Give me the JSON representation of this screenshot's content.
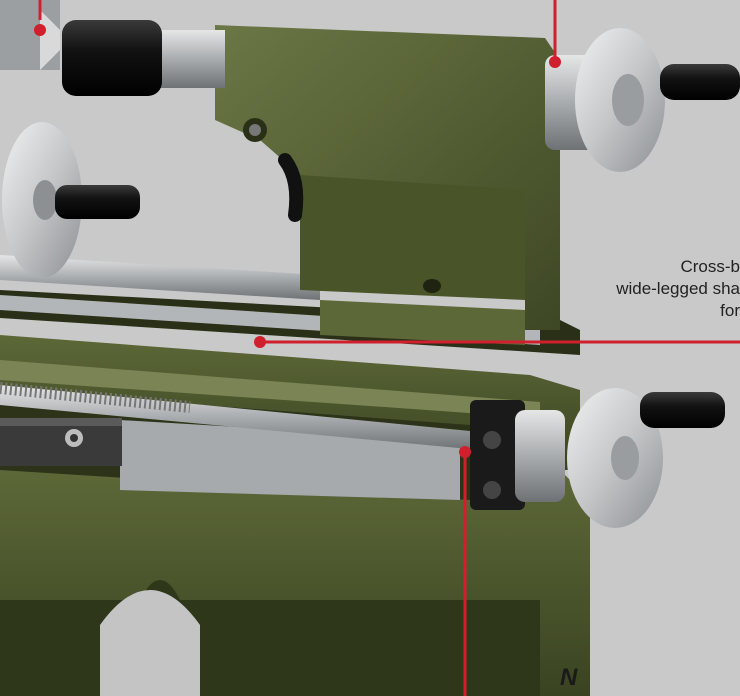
{
  "captions": {
    "line1": "Cross-b",
    "line2": "wide-legged sha",
    "line3": "for"
  },
  "corner_text": "N",
  "colors": {
    "background": "#c9c9c9",
    "machine_green": "#4f5a30",
    "machine_green_light": "#6b7745",
    "machine_green_dark": "#323a1c",
    "steel": "#b9bcbf",
    "knob_black": "#151515",
    "callout_red": "#d0202e"
  }
}
